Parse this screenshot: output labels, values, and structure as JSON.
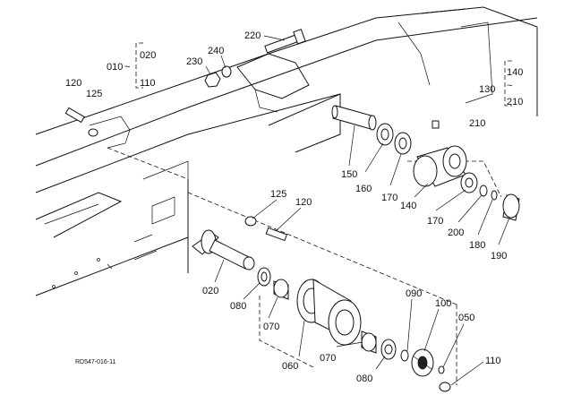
{
  "diagram_code": "RD547-016-11",
  "group_010": {
    "ref": "010",
    "from": "020",
    "tilde": "~",
    "to": "110"
  },
  "group_130": {
    "ref": "130",
    "from": "140",
    "tilde": "~",
    "to": "210"
  },
  "labels": {
    "p220": "220",
    "p240": "240",
    "p230": "230",
    "p120_top": "120",
    "p125_top": "125",
    "p210": "210",
    "p150": "150",
    "p160": "160",
    "p170_a": "170",
    "p140": "140",
    "p170_b": "170",
    "p200": "200",
    "p180": "180",
    "p190": "190",
    "p125_mid": "125",
    "p120_mid": "120",
    "p020": "020",
    "p080_a": "080",
    "p070_a": "070",
    "p060": "060",
    "p070_b": "070",
    "p080_b": "080",
    "p090": "090",
    "p100": "100",
    "p050": "050",
    "p110": "110"
  }
}
